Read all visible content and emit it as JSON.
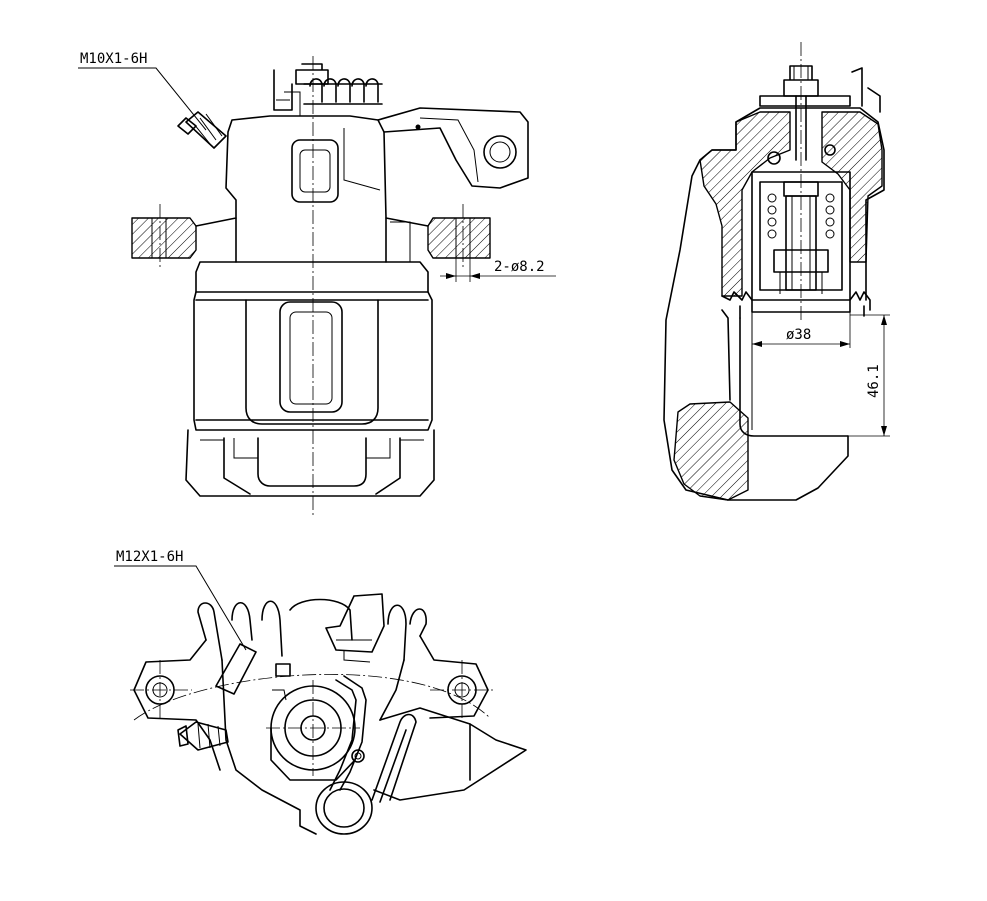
{
  "labels": {
    "front_thread": "M10X1-6H",
    "bottom_thread": "M12X1-6H",
    "mount_holes": "2-ø8.2",
    "piston_dia": "ø38",
    "height": "46.1"
  }
}
